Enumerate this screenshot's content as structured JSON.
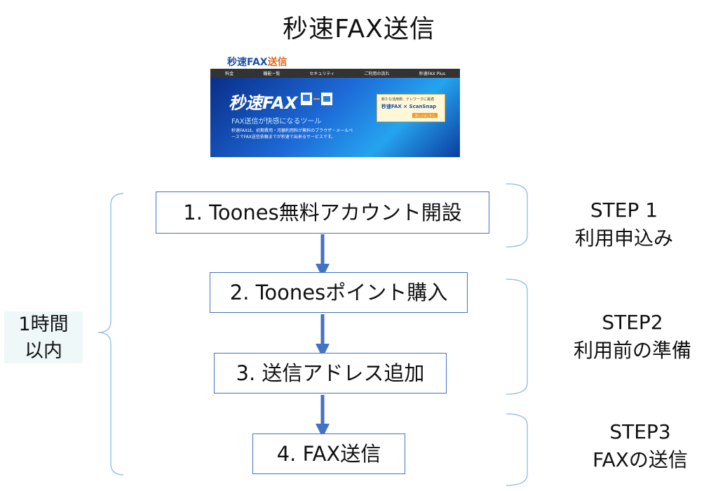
{
  "title": "秒速FAX送信",
  "site_preview": {
    "logo_main": "秒速FAX",
    "logo_suffix": "送信",
    "nav": [
      "料金",
      "機能一覧",
      "セキュリティ",
      "ご利用の流れ",
      "秒速FAX Plus"
    ],
    "hero_title": "秒速FAX",
    "hero_subtitle": "FAX送信が快感になるツール",
    "hero_desc": "秒速FAXは、初期費用・月額利用料が無料のブラウザ・メールベースでFAX送信依頼までが秒速で出来るサービスです。",
    "promo_top": "新たな活用術、テレワークに最適",
    "promo_main": "秒速FAX × ScanSnap",
    "promo_button": "詳しくはこちら"
  },
  "steps": [
    {
      "text": "1. Toones無料アカウント開設"
    },
    {
      "text": "2. Toonesポイント購入"
    },
    {
      "text": "3. 送信アドレス追加"
    },
    {
      "text": "4. FAX送信"
    }
  ],
  "step_groups": [
    {
      "line1": "STEP 1",
      "line2": "利用申込み"
    },
    {
      "line1": "STEP2",
      "line2": "利用前の準備"
    },
    {
      "line1": "STEP3",
      "line2": "FAXの送信"
    }
  ],
  "time_label": {
    "line1": "1時間",
    "line2": "以内"
  },
  "colors": {
    "box_border": "#4472c4",
    "arrow": "#4472c4",
    "bracket": "#9dc3e6",
    "time_bg": "#eef8f8"
  }
}
